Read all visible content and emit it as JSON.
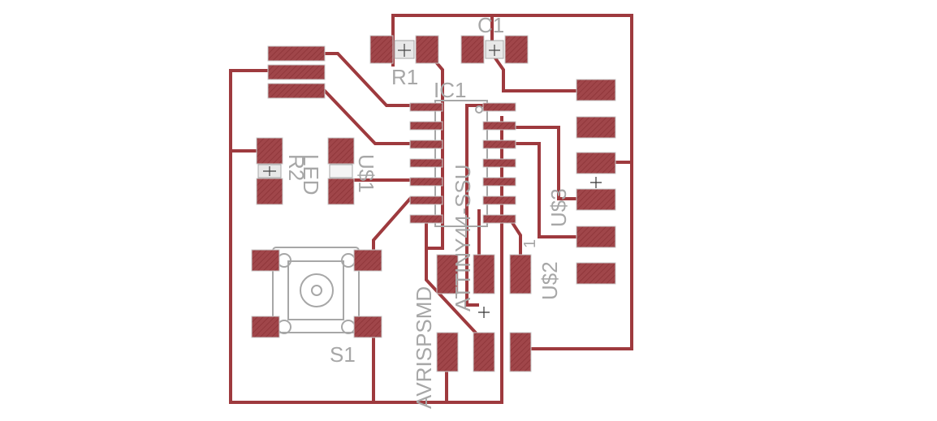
{
  "colors": {
    "trace": "#9e3a3e",
    "pad": "#a0464a",
    "silk": "#a7a7a7",
    "background": "#ffffff"
  },
  "labels": {
    "c1": "C1",
    "r1": "R1",
    "ic1": "IC1",
    "r2": "R2",
    "led": "LED",
    "us1": "U$1",
    "us3": "U$3",
    "us2": "U$2",
    "pin1": "1",
    "attiny": "ATTINY44-SSU",
    "avrisp": "AVRISPSMD",
    "s1": "S1"
  }
}
